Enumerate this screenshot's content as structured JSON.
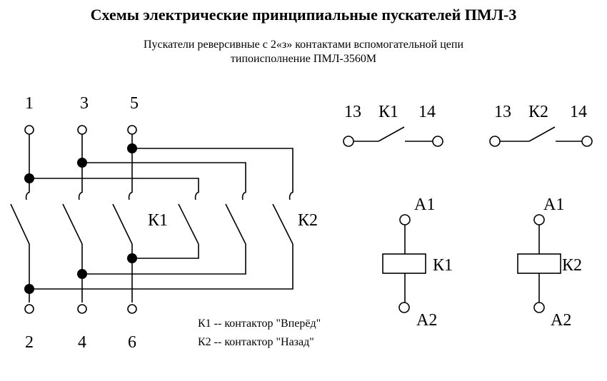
{
  "title": "Схемы электрические принципиальные пускателей ПМЛ-3",
  "subtitle_line1": "Пускатели реверсивные с 2«з» контактами вспомогательной цепи",
  "subtitle_line2": "типоисполнение ПМЛ-3560М",
  "terminals_top": [
    "1",
    "3",
    "5"
  ],
  "terminals_bottom": [
    "2",
    "4",
    "6"
  ],
  "main_contactor_labels": {
    "k1": "К1",
    "k2": "К2"
  },
  "aux_contacts": [
    {
      "left": "13",
      "name": "К1",
      "right": "14"
    },
    {
      "left": "13",
      "name": "К2",
      "right": "14"
    }
  ],
  "coils": [
    {
      "top": "А1",
      "name": "К1",
      "bottom": "А2"
    },
    {
      "top": "А1",
      "name": "К2",
      "bottom": "А2"
    }
  ],
  "legend": [
    "К1 -- контактор \"Вперёд\"",
    "К2 -- контактор \"Назад\""
  ]
}
